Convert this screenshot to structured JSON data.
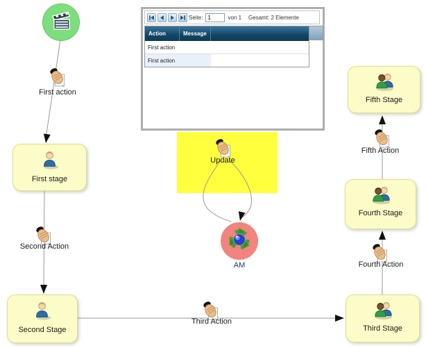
{
  "colors": {
    "stage_fill": "#FCFCC9",
    "stage_border": "#DFDF8B",
    "start_fill": "#7CDE7C",
    "am_fill": "#F2837E",
    "highlight_rect": "#FFFF3D",
    "grid_header": "#1B5E8E",
    "grid_row_alt": "#E8F1FA",
    "connector": "#999999"
  },
  "diagram": {
    "nodes": {
      "start": {
        "icon": "clapperboard-icon",
        "label": ""
      },
      "first_action": {
        "label": "First action",
        "icon": "hand-icon"
      },
      "first_stage": {
        "label": "First stage",
        "icon": "person-icon"
      },
      "second_action": {
        "label": "Second Action",
        "icon": "hand-icon"
      },
      "second_stage": {
        "label": "Second Stage",
        "icon": "person-icon"
      },
      "third_action": {
        "label": "Third Action",
        "icon": "hand-icon"
      },
      "third_stage": {
        "label": "Third Stage",
        "icon": "people-icon"
      },
      "fourth_action": {
        "label": "Fourth Action",
        "icon": "hand-icon"
      },
      "fourth_stage": {
        "label": "Fourth Stage",
        "icon": "people-icon"
      },
      "fifth_action": {
        "label": "Fifth Action",
        "icon": "hand-icon"
      },
      "fifth_stage": {
        "label": "Fifth Stage",
        "icon": "people-icon"
      },
      "update_action": {
        "label": "Update",
        "icon": "hand-icon"
      },
      "am_node": {
        "label": "AM",
        "icon": "recycle-icon"
      }
    }
  },
  "grid_panel": {
    "pagination": {
      "first_icon": "go-first-icon",
      "prev_icon": "go-previous-icon",
      "next_icon": "go-next-icon",
      "last_icon": "go-last-icon",
      "page_label": "Seite:",
      "page_value": "1",
      "of_text": "von 1",
      "total_text": "Gesamt: 2 Elemente"
    },
    "columns": [
      {
        "label": "Action"
      },
      {
        "label": "Message"
      }
    ],
    "rows": [
      {
        "action": "First action",
        "message": ""
      },
      {
        "action": "First action",
        "message": ""
      }
    ]
  }
}
